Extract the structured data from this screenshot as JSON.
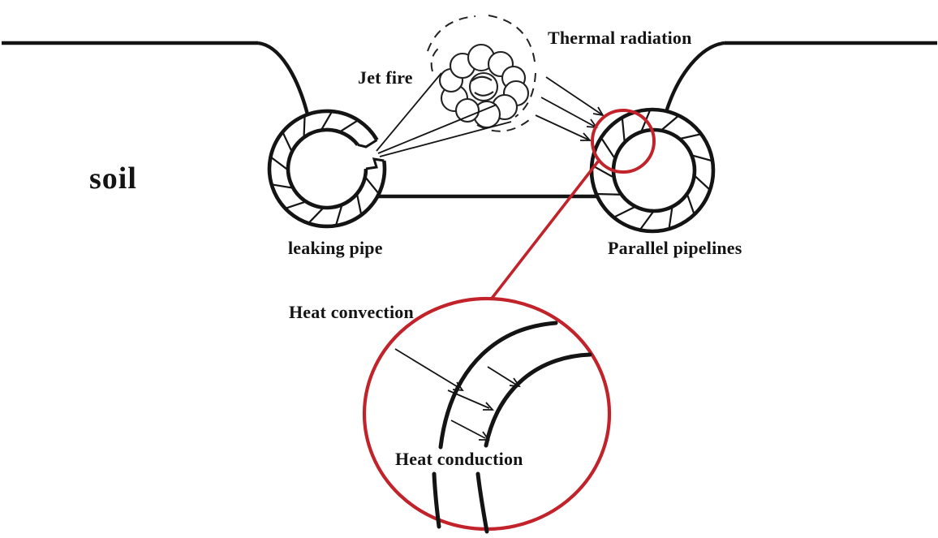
{
  "diagram": {
    "labels": {
      "soil": "soil",
      "jet_fire": "Jet fire",
      "thermal_radiation": "Thermal radiation",
      "leaking_pipe": "leaking pipe",
      "parallel_pipelines": "Parallel pipelines",
      "heat_convection": "Heat convection",
      "heat_conduction": "Heat conduction"
    },
    "colors": {
      "line_black": "#141414",
      "highlight_red": "#c2222a",
      "background": "#ffffff"
    }
  }
}
